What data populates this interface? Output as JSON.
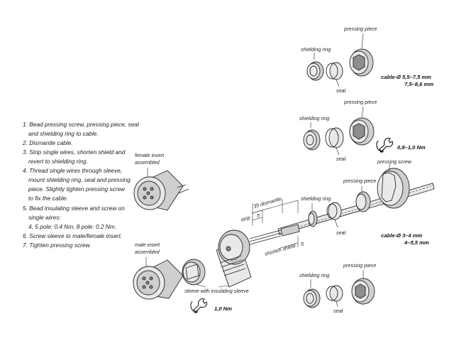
{
  "instructions": [
    {
      "lines": [
        "1. Bead pressing screw, pressing piece, seal",
        "and shielding ring to cable."
      ]
    },
    {
      "lines": [
        "2. Dismantle cable."
      ]
    },
    {
      "lines": [
        "3. Strip single wires, shorten shield and",
        "revert to shielding ring."
      ]
    },
    {
      "lines": [
        "4. Thread single wires through sleeve,",
        "mount shielding ring, seal and pressing",
        "piece. Slightly tighten pressing screw",
        "to fix the cable."
      ]
    },
    {
      "lines": [
        "5. Bead insulating sleeve and screw on",
        "single wires:",
        "4, 5 pole: 0.4 Nm, 8 pole: 0.2 Nm."
      ]
    },
    {
      "lines": [
        "6. Screw sleeve to male/female insert."
      ]
    },
    {
      "lines": [
        "7. Tighten pressing screw."
      ]
    }
  ],
  "labels": {
    "pressing_piece": "pressing piece",
    "shielding_ring": "shielding ring",
    "seal": "seal",
    "pressing_screw": "pressing screw",
    "female_insert": [
      "female insert",
      "assembled"
    ],
    "male_insert": [
      "male insert",
      "assembled"
    ],
    "sleeve": "sleeve with insulating sleeve",
    "strip": "strip",
    "dismantle": "35 dismantle",
    "shorten_shield": "shorten shield",
    "dim_5a": "5",
    "dim_5b": "5"
  },
  "cable_specs": {
    "top": [
      "cable-Ø   5,5–7,5 mm",
      "7,5–8,6 mm"
    ],
    "bottom": [
      "cable-Ø   3–4 mm",
      "4–5,5 mm"
    ]
  },
  "torques": {
    "pressing": "0,8–1,0 Nm",
    "sleeve": "1,0 Nm"
  },
  "icons": [
    "torque-wrench-icon"
  ]
}
